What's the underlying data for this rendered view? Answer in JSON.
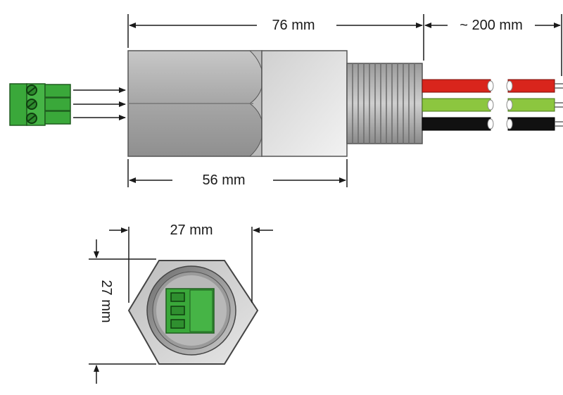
{
  "labels": {
    "total_length": "76 mm",
    "cable_length": "~ 200 mm",
    "body_length": "56 mm",
    "hex_width": "27 mm",
    "hex_height": "27 mm"
  },
  "colors": {
    "connector_green": "#3aa83a",
    "wire_red": "#d9251c",
    "wire_green": "#8cc63f",
    "wire_black": "#111111",
    "body_grey": "#a8a8a8"
  }
}
